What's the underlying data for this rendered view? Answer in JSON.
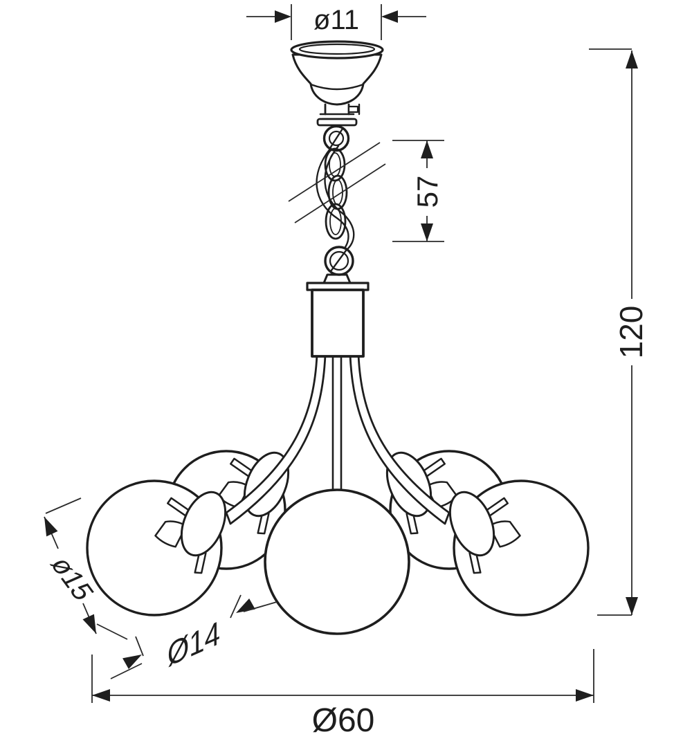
{
  "drawing": {
    "subject": "5-light chandelier pendant lamp technical drawing",
    "style": "black line art on white background",
    "colors": {
      "line": "#1e1e1e",
      "background": "#ffffff"
    },
    "dimensions": {
      "canopy_diameter": {
        "label": "ø11",
        "value": 11,
        "measures": "ceiling canopy diameter"
      },
      "chain_length": {
        "label": "57",
        "value": 57,
        "measures": "chain / suspension section length"
      },
      "overall_height": {
        "label": "120",
        "value": 120,
        "measures": "overall hanging height"
      },
      "side_globe_diameter": {
        "label": "ø15",
        "value": 15,
        "measures": "side glass globe diameter"
      },
      "center_globe_diameter": {
        "label": "Ø14",
        "value": 14,
        "measures": "center glass globe diameter"
      },
      "overall_width": {
        "label": "Ø60",
        "value": 60,
        "measures": "overall fixture diameter"
      }
    }
  }
}
